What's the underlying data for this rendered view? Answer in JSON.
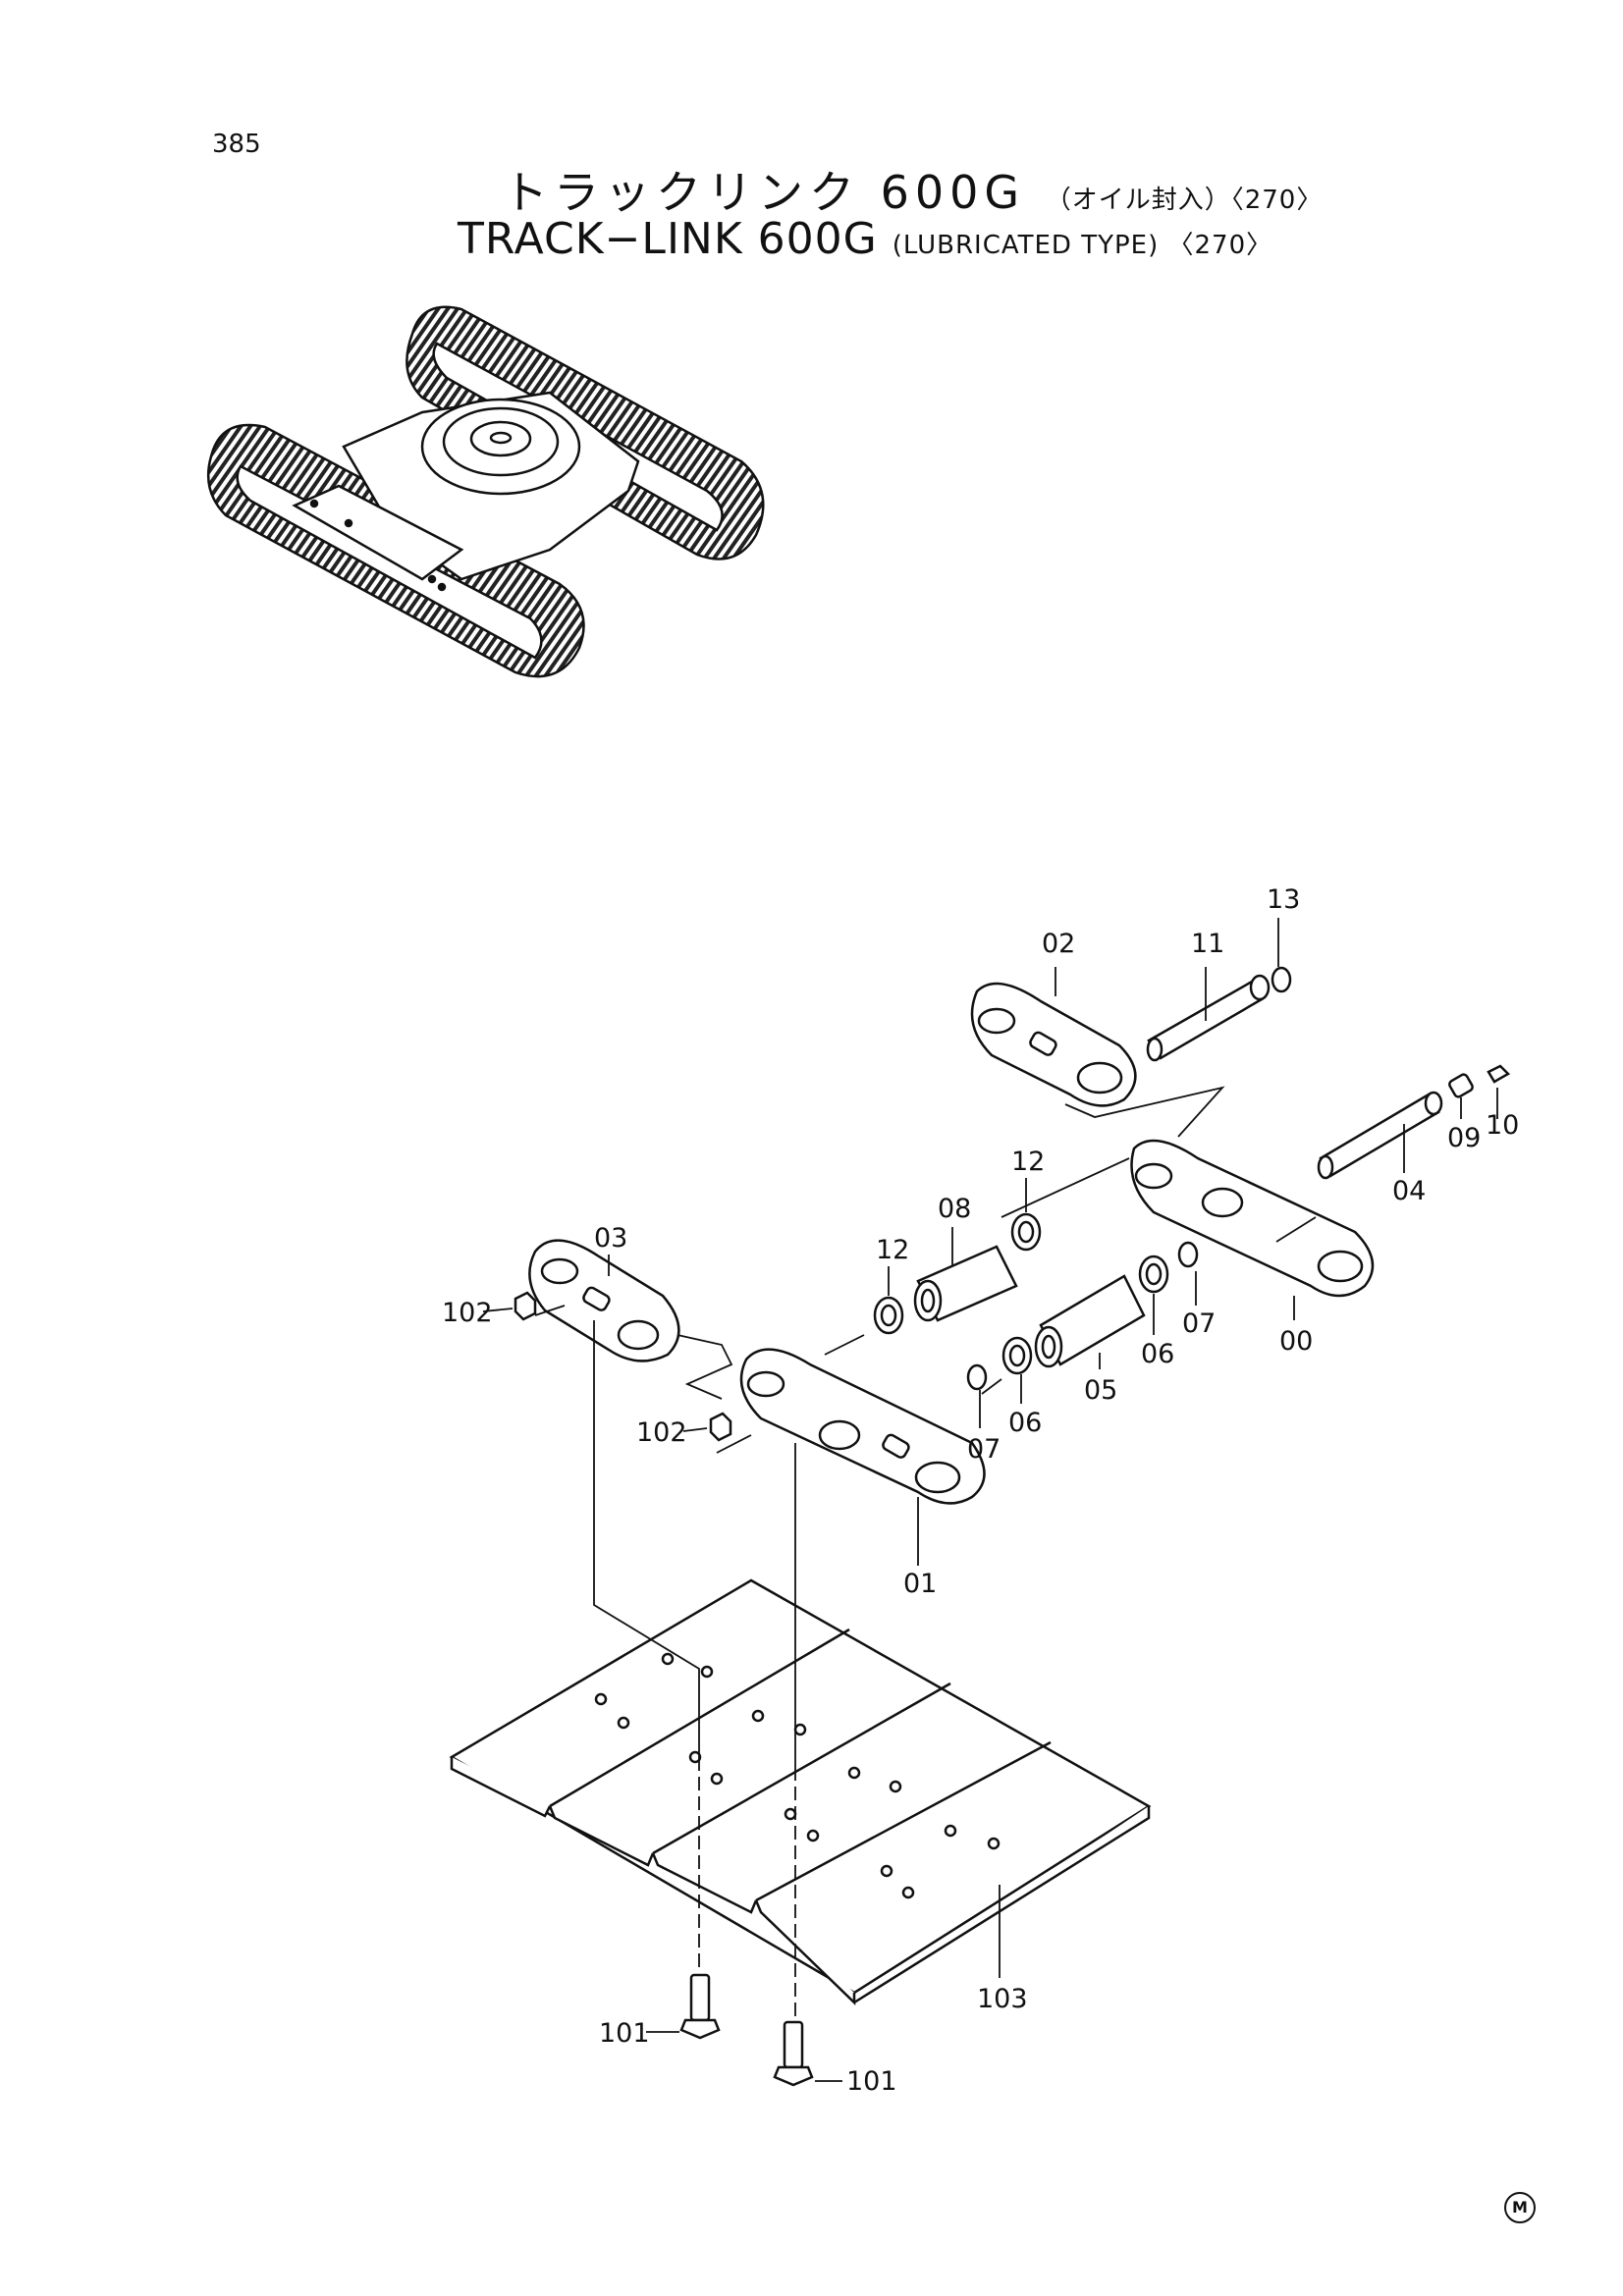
{
  "page_number": "385",
  "title": {
    "jp_main": "トラックリンク 600G",
    "jp_sub": "（オイル封入）〈270〉",
    "en_main": "TRACK−LINK 600G",
    "en_sub": "(LUBRICATED TYPE) 〈270〉"
  },
  "parts": {
    "p00": "00",
    "p01": "01",
    "p02": "02",
    "p03": "03",
    "p04": "04",
    "p05": "05",
    "p06a": "06",
    "p06b": "06",
    "p07a": "07",
    "p07b": "07",
    "p08": "08",
    "p09": "09",
    "p10": "10",
    "p11": "11",
    "p12a": "12",
    "p12b": "12",
    "p13": "13",
    "p101a": "101",
    "p101b": "101",
    "p102a": "102",
    "p102b": "102",
    "p103": "103"
  },
  "mark": "M"
}
